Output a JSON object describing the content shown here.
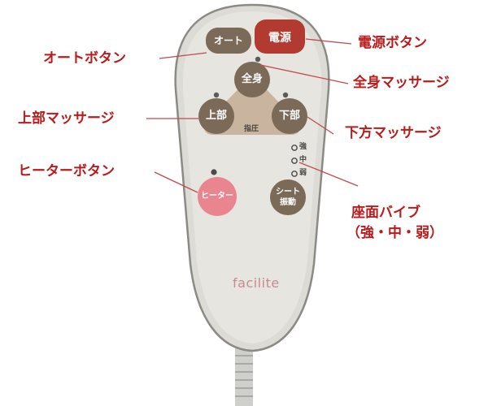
{
  "callouts": {
    "auto": "オートボタン",
    "power": "電源ボタン",
    "full_body": "全身マッサージ",
    "upper": "上部マッサージ",
    "lower": "下方マッサージ",
    "heater": "ヒーターボタン",
    "seat_vibe_line1": "座面バイブ",
    "seat_vibe_line2": "（強・中・弱）"
  },
  "remote": {
    "auto_label": "オート",
    "power_label": "電源",
    "full_body_label": "全身",
    "upper_label": "上部",
    "lower_label": "下部",
    "pressure_label": "指圧",
    "heater_label": "ヒーター",
    "seat_label_line1": "シート",
    "seat_label_line2": "振動",
    "levels": [
      "強",
      "中",
      "弱"
    ],
    "brand": "facilite"
  },
  "colors": {
    "callout_text": "#b91b1b",
    "body": "#dcdbd6",
    "button_brown": "#7b6a58",
    "power_red": "#b33a31",
    "heater_pink": "#e8858e",
    "triangle": "#c9b59f",
    "leader_line": "#c14a4a"
  }
}
